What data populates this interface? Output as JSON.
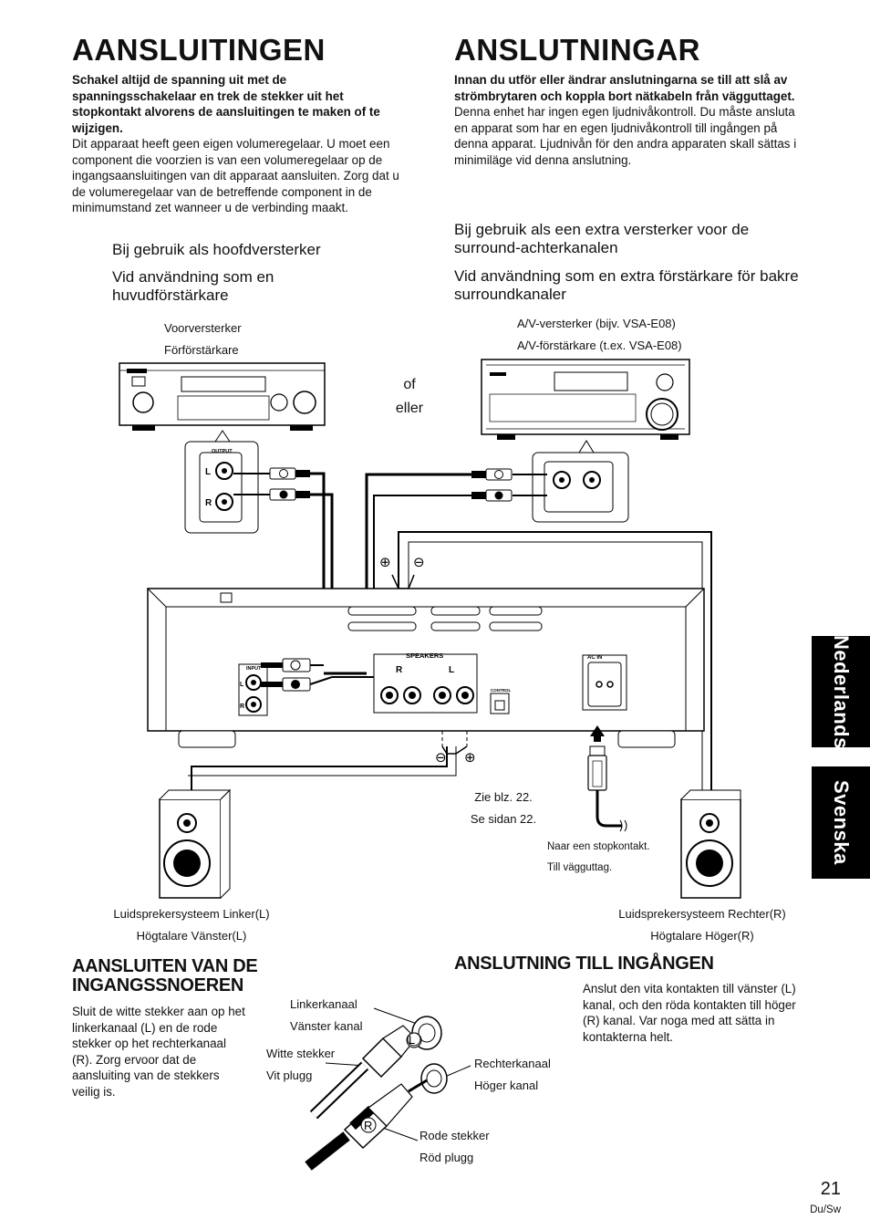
{
  "left": {
    "title": "AANSLUITINGEN",
    "warning": "Schakel altijd de spanning uit met de spanningsschakelaar en trek de stekker uit het stopkontakt alvorens de aansluitingen te maken of te wijzigen.",
    "body": "Dit apparaat heeft geen eigen volumeregelaar. U moet een component die voorzien is van een volumeregelaar op de ingangsaansluitingen van dit apparaat aansluiten. Zorg dat u de volumeregelaar van de betreffende component in de minimumstand zet wanneer u de verbinding maakt.",
    "heading_nl": "Bij gebruik als hoofdversterker",
    "heading_sv": "Vid användning som en huvudförstärkare"
  },
  "right": {
    "title": "ANSLUTNINGAR",
    "warning": "Innan du utför eller ändrar anslutningarna se till att slå av strömbrytaren och koppla bort nätkabeln från vägguttaget.",
    "body": "Denna enhet har ingen egen ljudnivåkontroll. Du måste ansluta en apparat som har en egen ljudnivåkontroll till ingången på denna apparat. Ljudnivån för den andra apparaten skall sättas i minimiläge vid denna anslutning.",
    "heading_nl": "Bij gebruik als een extra versterker voor de surround-achterkanalen",
    "heading_sv": "Vid användning som en extra förstärkare för bakre surroundkanaler"
  },
  "diagram": {
    "preamp_nl": "Voorversterker",
    "preamp_sv": "Förförstärkare",
    "av_nl": "A/V-versterker (bijv. VSA-E08)",
    "av_sv": "A/V-förstärkare (t.ex. VSA-E08)",
    "or_nl": "of",
    "or_sv": "eller",
    "output": "OUTPUT",
    "input": "INPUT",
    "speakers": "SPEAKERS",
    "control": "CONTROL",
    "ac_in": "AC IN",
    "L": "L",
    "R": "R",
    "plus": "⊕",
    "minus": "⊖",
    "see_nl": "Zie blz. 22.",
    "see_sv": "Se sidan 22.",
    "outlet_nl": "Naar een stopkontakt.",
    "outlet_sv": "Till vägguttag.",
    "spk_left_nl": "Luidsprekersysteem Linker(L)",
    "spk_left_sv": "Högtalare Vänster(L)",
    "spk_right_nl": "Luidsprekersysteem Rechter(R)",
    "spk_right_sv": "Högtalare Höger(R)"
  },
  "bottom_left": {
    "heading": "AANSLUITEN VAN DE INGANGSSNOEREN",
    "body": "Sluit de witte stekker aan op het linkerkanaal (L) en de rode stekker  op het rechterkanaal (R). Zorg ervoor dat de aansluiting van de stekkers veilig is."
  },
  "bottom_right": {
    "heading": "ANSLUTNING TILL INGÅNGEN",
    "body": "Anslut den vita kontakten till vänster (L) kanal, och den röda kontakten till höger (R) kanal. Var noga med att sätta in kontakterna helt."
  },
  "plug": {
    "left_nl": "Linkerkanaal",
    "left_sv": "Vänster kanal",
    "white_nl": "Witte stekker",
    "white_sv": "Vit plugg",
    "right_nl": "Rechterkanaal",
    "right_sv": "Höger kanal",
    "red_nl": "Rode stekker",
    "red_sv": "Röd plugg",
    "L": "L",
    "R": "R"
  },
  "tabs": {
    "nl": "Nederlands",
    "sv": "Svenska"
  },
  "footer": {
    "page": "21",
    "lang": "Du/Sw"
  }
}
